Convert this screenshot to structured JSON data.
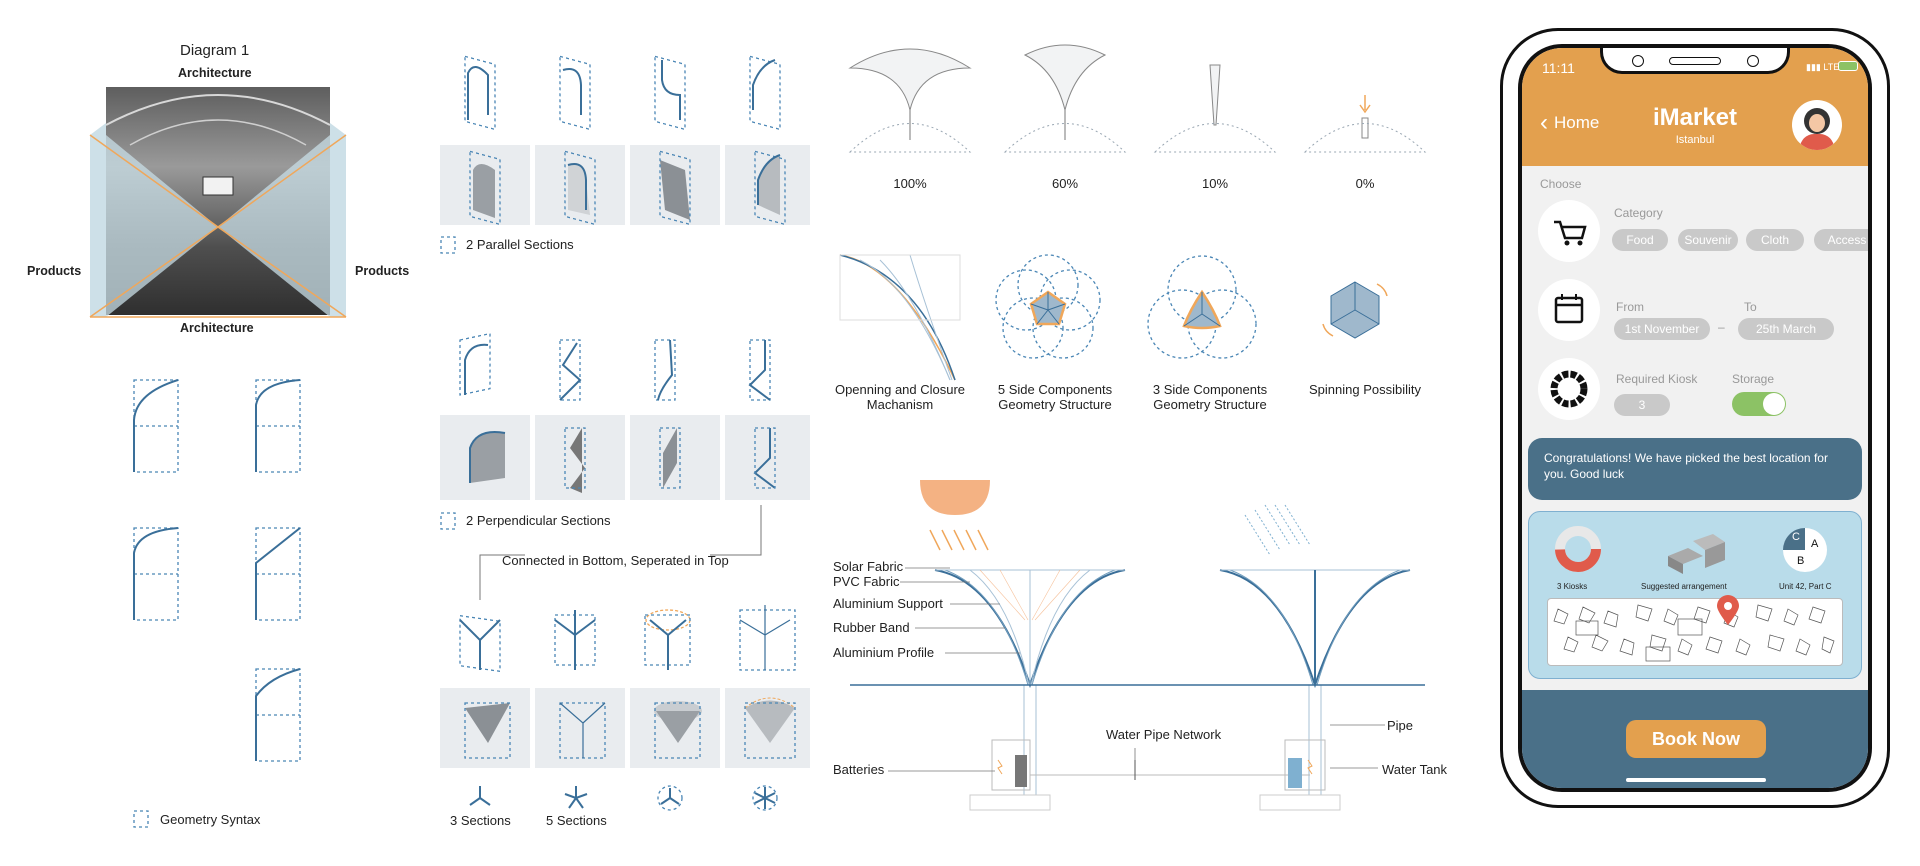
{
  "diagram1": {
    "title": "Diagram 1",
    "top_label": "Architecture",
    "bottom_label": "Architecture",
    "left_label": "Products",
    "right_label": "Products"
  },
  "geometry_syntax_label": "Geometry Syntax",
  "sections": {
    "parallel_label": "2 Parallel Sections",
    "perpendicular_label": "2 Perpendicular Sections",
    "connected_label": "Connected in Bottom, Seperated in Top",
    "three_sections": "3 Sections",
    "five_sections": "5 Sections"
  },
  "opening": {
    "percentages": [
      "100%",
      "60%",
      "10%",
      "0%"
    ]
  },
  "structures": {
    "items": [
      "Openning and Closure\nMachanism",
      "5 Side Components\nGeometry Structure",
      "3 Side Components\nGeometry Structure",
      "Spinning Possibility"
    ]
  },
  "section_diagram": {
    "labels_left": [
      "Solar Fabric",
      "PVC Fabric",
      "Aluminium Support",
      "Rubber Band",
      "Aluminium Profile",
      "Batteries"
    ],
    "water_pipe": "Water Pipe Network",
    "pipe": "Pipe",
    "water_tank": "Water Tank"
  },
  "phone": {
    "time": "11:11",
    "network": "LTE",
    "back_label": "Home",
    "app_title": "iMarket",
    "city": "Istanbul",
    "choose": "Choose",
    "category_label": "Category",
    "categories": [
      "Food",
      "Souvenir",
      "Cloth",
      "Access"
    ],
    "from_label": "From",
    "to_label": "To",
    "from_value": "1st November",
    "dash": "–",
    "to_value": "25th March",
    "kiosk_label": "Required Kiosk",
    "kiosk_value": "3",
    "storage_label": "Storage",
    "storage_on": true,
    "message": "Congratulations! We have picked the best location for you. Good luck",
    "summary": {
      "kiosks": "3 Kiosks",
      "arrangement": "Suggested arrangement",
      "unit": "Unit 42, Part C",
      "letters": [
        "C",
        "A",
        "B"
      ]
    },
    "book_button": "Book Now",
    "colors": {
      "header": "#e3a04e",
      "dark": "#4a7088",
      "light_blue": "#b9dcea",
      "toggle": "#8cc265",
      "button": "#e3a04e"
    }
  }
}
